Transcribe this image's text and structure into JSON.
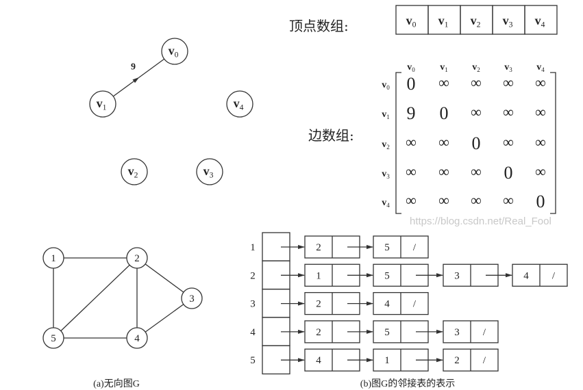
{
  "top_graph": {
    "vertices": [
      "v0",
      "v1",
      "v2",
      "v3",
      "v4"
    ],
    "edges": [
      {
        "from": "v1",
        "to": "v0",
        "weight": "9"
      }
    ]
  },
  "vertex_array": {
    "label": "顶点数组:",
    "cells": [
      "v0",
      "v1",
      "v2",
      "v3",
      "v4"
    ]
  },
  "edge_array": {
    "label": "边数组:",
    "col_headers": [
      "v0",
      "v1",
      "v2",
      "v3",
      "v4"
    ],
    "row_headers": [
      "v0",
      "v1",
      "v2",
      "v3",
      "v4"
    ],
    "matrix": [
      [
        "0",
        "∞",
        "∞",
        "∞",
        "∞"
      ],
      [
        "9",
        "0",
        "∞",
        "∞",
        "∞"
      ],
      [
        "∞",
        "∞",
        "0",
        "∞",
        "∞"
      ],
      [
        "∞",
        "∞",
        "∞",
        "0",
        "∞"
      ],
      [
        "∞",
        "∞",
        "∞",
        "∞",
        "0"
      ]
    ]
  },
  "undirected_graph": {
    "nodes": [
      "1",
      "2",
      "3",
      "4",
      "5"
    ],
    "edges": [
      [
        "1",
        "2"
      ],
      [
        "1",
        "5"
      ],
      [
        "2",
        "5"
      ],
      [
        "2",
        "4"
      ],
      [
        "2",
        "3"
      ],
      [
        "3",
        "4"
      ],
      [
        "5",
        "4"
      ]
    ],
    "caption": "(a)无向图G"
  },
  "adjacency_list": {
    "rows": [
      {
        "label": "1",
        "nodes": [
          "2",
          "5"
        ]
      },
      {
        "label": "2",
        "nodes": [
          "1",
          "5",
          "3",
          "4"
        ]
      },
      {
        "label": "3",
        "nodes": [
          "2",
          "4"
        ]
      },
      {
        "label": "4",
        "nodes": [
          "2",
          "5",
          "3"
        ]
      },
      {
        "label": "5",
        "nodes": [
          "4",
          "1",
          "2"
        ]
      }
    ],
    "null_marker": "/",
    "caption": "(b)图G的邻接表的表示"
  },
  "watermark": "https://blog.csdn.net/Real_Fool"
}
